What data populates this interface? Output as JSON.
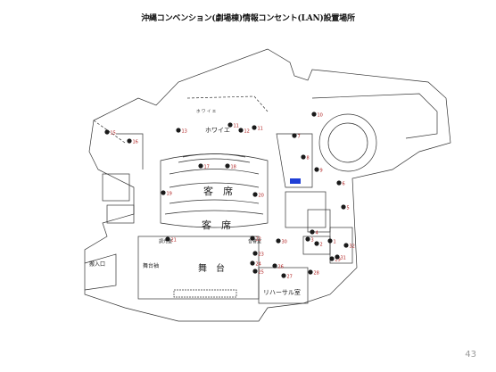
{
  "title": "沖縄コンベンション(劇場棟)情報コンセント(LAN)設置場所",
  "page_number": "43",
  "colors": {
    "outlet": "#1a1a1a",
    "outlet_number": "#b02020",
    "wall": "#333333",
    "highlight": "#1f3fd6"
  },
  "room_labels": {
    "foyer": "ホワイエ",
    "seats_upper": "客　席",
    "seats_lower": "客　席",
    "stage": "舞　台",
    "wing": "舞台袖",
    "entrance": "搬入口",
    "rehearsal": "リハーサル室",
    "room_left": "調光室",
    "room_right": "音響室",
    "foyer_top": "ホ ワ イ エ"
  },
  "outlets": [
    {
      "id": "1",
      "label": "15"
    },
    {
      "id": "2",
      "label": "16"
    },
    {
      "id": "3",
      "label": "13"
    },
    {
      "id": "4",
      "label": "11"
    },
    {
      "id": "5",
      "label": "12"
    },
    {
      "id": "6",
      "label": "11"
    },
    {
      "id": "7",
      "label": "10"
    },
    {
      "id": "8",
      "label": "17"
    },
    {
      "id": "9",
      "label": "18"
    },
    {
      "id": "10",
      "label": "19"
    },
    {
      "id": "11",
      "label": "20"
    },
    {
      "id": "12",
      "label": "21"
    },
    {
      "id": "13",
      "label": "22"
    },
    {
      "id": "14",
      "label": "23"
    },
    {
      "id": "15",
      "label": "24"
    },
    {
      "id": "16",
      "label": "25"
    },
    {
      "id": "17",
      "label": "26"
    },
    {
      "id": "18",
      "label": "27"
    },
    {
      "id": "19",
      "label": "28"
    },
    {
      "id": "20",
      "label": "29"
    },
    {
      "id": "21",
      "label": "7"
    },
    {
      "id": "22",
      "label": "8"
    },
    {
      "id": "23",
      "label": "9"
    },
    {
      "id": "24",
      "label": "6"
    },
    {
      "id": "25",
      "label": "5"
    },
    {
      "id": "26",
      "label": "4"
    },
    {
      "id": "27",
      "label": "3"
    },
    {
      "id": "28",
      "label": "2"
    },
    {
      "id": "29",
      "label": "1"
    },
    {
      "id": "30",
      "label": "30"
    },
    {
      "id": "31",
      "label": "31"
    },
    {
      "id": "32",
      "label": "32"
    }
  ]
}
